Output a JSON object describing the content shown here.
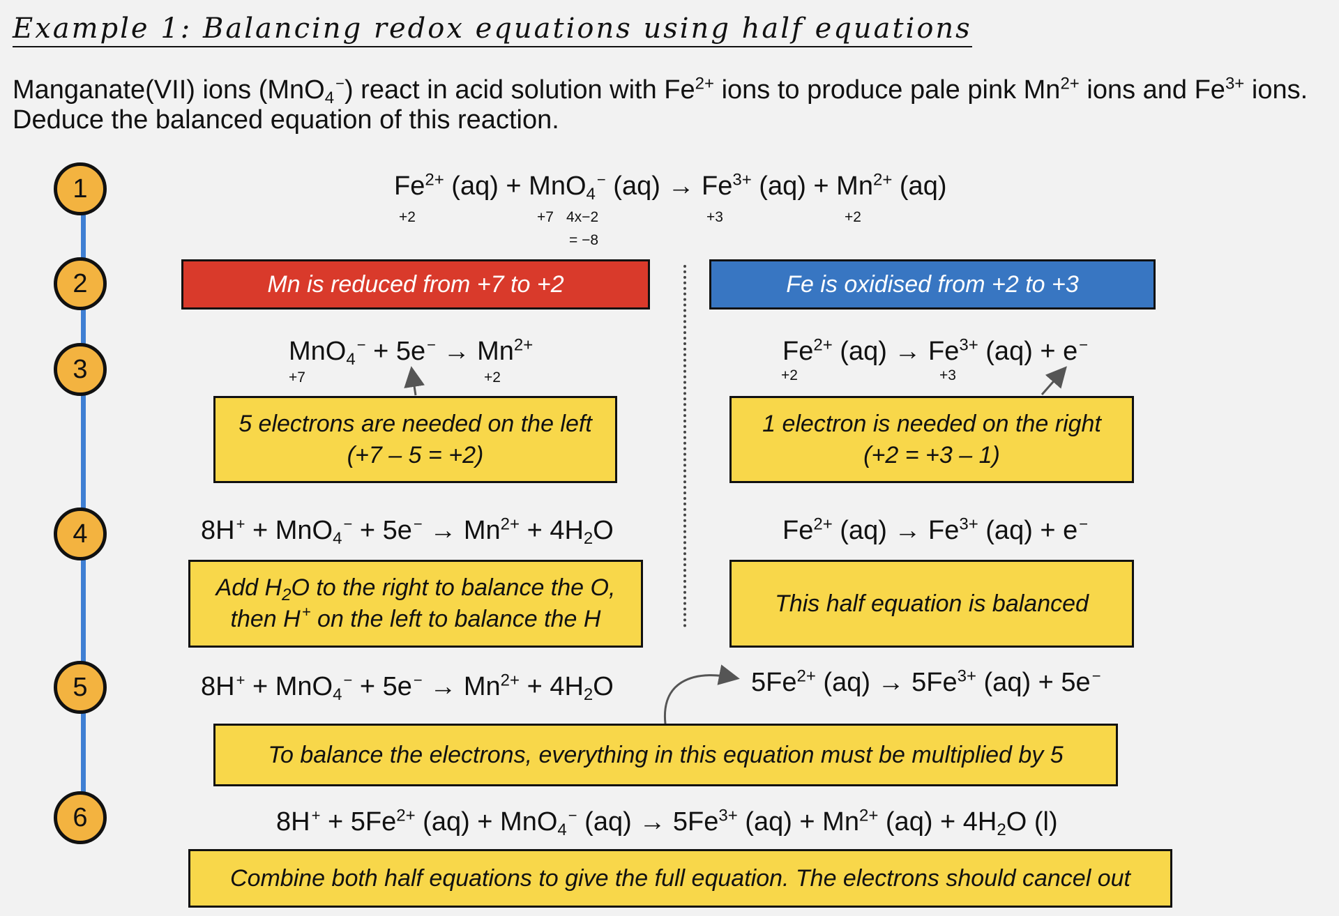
{
  "title": "Example 1: Balancing redox equations using half equations",
  "intro": {
    "p1": "Manganate(VII) ions (MnO",
    "sub_4": "4",
    "minus": "−",
    "p2": ") react in acid solution with Fe",
    "fe2": "2+",
    "p3": " ions to produce pale pink Mn",
    "mn2": "2+",
    "p4": " ions and Fe",
    "fe3": "3+",
    "p5": " ions. Deduce the balanced equation of this reaction."
  },
  "steps": [
    "1",
    "2",
    "3",
    "4",
    "5",
    "6"
  ],
  "step1": {
    "fe": "Fe",
    "fe_charge": "2+",
    "aq1": " (aq) + MnO",
    "four": "4",
    "minus": "−",
    "aq2": " (aq) → Fe",
    "fe3_charge": "3+",
    "aq3": " (aq) + Mn",
    "mn_charge": "2+",
    "aq4": " (aq)",
    "ox_fe2": "+2",
    "ox_mn7": "+7",
    "ox_o": "4x−2",
    "ox_o_total": "= −8",
    "ox_fe3": "+3",
    "ox_mn2": "+2"
  },
  "step2": {
    "red": "Mn is reduced from +7 to +2",
    "blue": "Fe is oxidised from +2 to +3"
  },
  "step3": {
    "left_a": "MnO",
    "left_four": "4",
    "left_minus": "−",
    "left_b": " + 5e",
    "left_e": "−",
    "left_c": " → Mn",
    "left_charge": "2+",
    "left_ox_a": "+7",
    "left_ox_b": "+2",
    "right_a": "Fe",
    "right_c1": "2+",
    "right_b": " (aq) → Fe",
    "right_c2": "3+",
    "right_c": " (aq) + e",
    "right_e": "−",
    "right_ox_a": "+2",
    "right_ox_b": "+3",
    "note_left_1": "5 electrons are needed on the left",
    "note_left_2": "(+7 – 5 = +2)",
    "note_right_1": "1 electron is needed on the right",
    "note_right_2": "(+2 = +3 – 1)"
  },
  "step4": {
    "l_a": "8H",
    "l_plus": "+",
    "l_b": " + MnO",
    "l_four": "4",
    "l_minus": "−",
    "l_c": " + 5e",
    "l_e": "−",
    "l_d": " → Mn",
    "l_charge": "2+",
    "l_f": " + 4H",
    "l_two": "2",
    "l_g": "O",
    "r_a": "Fe",
    "r_c1": "2+",
    "r_b": " (aq) → Fe",
    "r_c2": "3+",
    "r_c": " (aq) + e",
    "r_e": "−",
    "note_left_1a": "Add H",
    "note_left_1sub": "2",
    "note_left_1b": "O to the right to balance the O,",
    "note_left_2a": "then H",
    "note_left_2sup": "+",
    "note_left_2b": " on the left to balance the H",
    "note_right": "This half equation is balanced"
  },
  "step5": {
    "l_a": "8H",
    "l_plus": "+",
    "l_b": " + MnO",
    "l_four": "4",
    "l_minus": "−",
    "l_c": " + 5e",
    "l_e": "−",
    "l_d": " → Mn",
    "l_charge": "2+",
    "l_f": " + 4H",
    "l_two": "2",
    "l_g": "O",
    "r_a": "5Fe",
    "r_c1": "2+",
    "r_b": " (aq) → 5Fe",
    "r_c2": "3+",
    "r_c": " (aq) + 5e",
    "r_e": "−",
    "note": "To balance the electrons, everything in this equation must be multiplied by 5"
  },
  "step6": {
    "a": "8H",
    "plus": "+",
    "b": " + 5Fe",
    "c1": "2+",
    "c": " (aq) + MnO",
    "four": "4",
    "minus": "−",
    "d": " (aq) → 5Fe",
    "c2": "3+",
    "e": " (aq) + Mn",
    "c3": "2+",
    "f": " (aq) + 4H",
    "two": "2",
    "g": "O (l)",
    "note": "Combine both half equations to give the full equation. The electrons should cancel out"
  },
  "colors": {
    "circle": "#f3b340",
    "line": "#3f7fd3",
    "red": "#d93a2b",
    "blue": "#3876c2",
    "yellow": "#f8d74a"
  }
}
